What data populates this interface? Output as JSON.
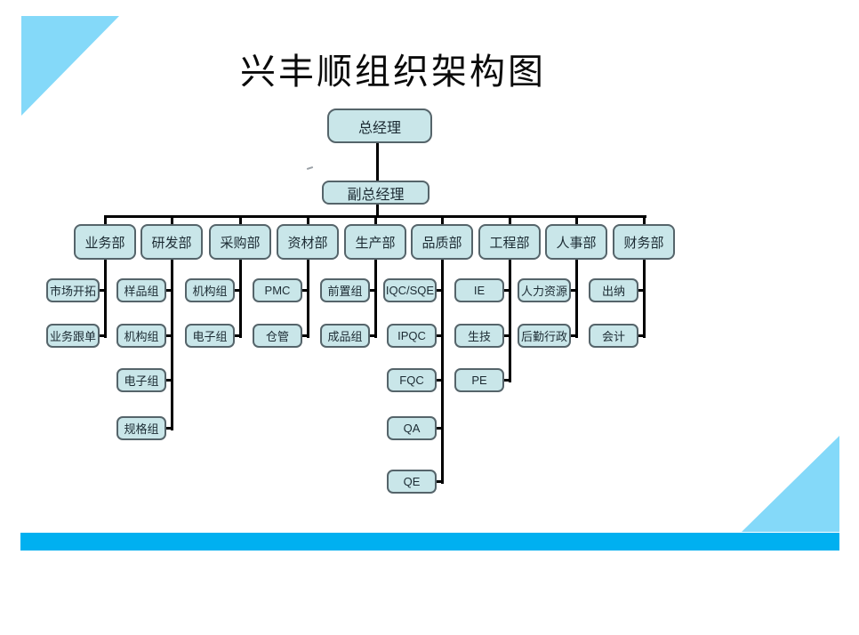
{
  "title": "兴丰顺组织架构图",
  "org_chart": {
    "root": "总经理",
    "deputy": "副总经理",
    "departments": [
      {
        "name": "业务部",
        "children": [
          "市场开拓",
          "业务跟单"
        ]
      },
      {
        "name": "研发部",
        "children": [
          "样品组",
          "机构组",
          "电子组",
          "规格组"
        ]
      },
      {
        "name": "采购部",
        "children": [
          "机构组",
          "电子组"
        ]
      },
      {
        "name": "资材部",
        "children": [
          "PMC",
          "仓管"
        ]
      },
      {
        "name": "生产部",
        "children": [
          "前置组",
          "成品组"
        ]
      },
      {
        "name": "品质部",
        "children": [
          "IQC/SQE",
          "IPQC",
          "FQC",
          "QA",
          "QE"
        ]
      },
      {
        "name": "工程部",
        "children": [
          "IE",
          "生技",
          "PE"
        ]
      },
      {
        "name": "人事部",
        "children": [
          "人力资源",
          "后勤行政"
        ]
      },
      {
        "name": "财务部",
        "children": [
          "出纳",
          "会计"
        ]
      }
    ]
  },
  "colors": {
    "node_fill": "#c9e6e9",
    "node_border": "#55646a",
    "node_text": "#1c2b33",
    "connector": "#000000",
    "corner_triangle": "#84d9f9",
    "bottom_bar": "#00b0f0"
  }
}
